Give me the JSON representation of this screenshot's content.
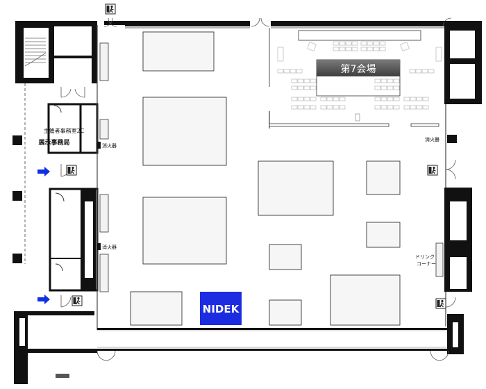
{
  "venue": {
    "hall_name": "第7会場",
    "organizer_office": "主催者事務室2C",
    "exhibition_office": "展示事務局",
    "extinguisher": "消火器",
    "drink_corner_line1": "ドリンク",
    "drink_corner_line2": "コーナー",
    "exhibitor_booth": "NIDEK"
  },
  "colors": {
    "wall": "#111111",
    "booth_fill": "#f6f6f6",
    "booth_stroke": "#333333",
    "nidek_fill": "#1c2ce0",
    "arrow": "#1030e0",
    "hall_header": "#555555",
    "chairs": "#bfbfbf"
  },
  "icons": [
    "emergency-exit-icon",
    "arrow-right-icon",
    "fire-extinguisher-icon",
    "door-icon",
    "staircase-icon"
  ]
}
